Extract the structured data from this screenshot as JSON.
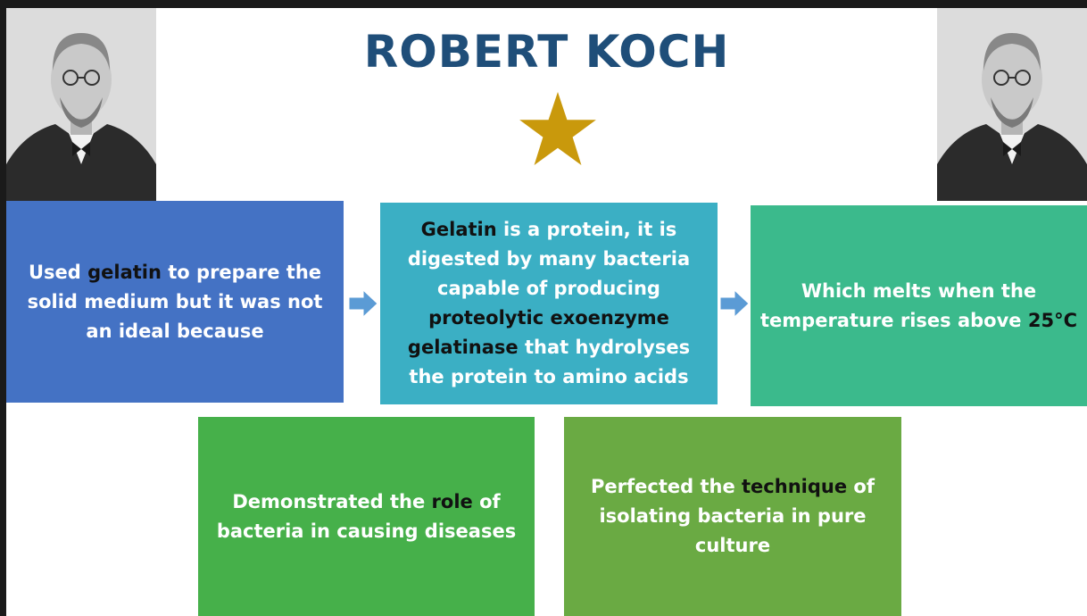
{
  "slide": {
    "title": "ROBERT KOCH",
    "colors": {
      "title": "#1f4e79",
      "star": "#c9990c",
      "box_blue": "#4472c4",
      "box_teal": "#3bafc4",
      "box_sea_green": "#3bba8c",
      "box_green": "#46b04a",
      "box_olive_green": "#6aaa43",
      "arrow": "#5b9bd5"
    },
    "icons": {
      "star": "star-icon",
      "arrow": "right-arrow-icon",
      "portrait": "robert-koch-portrait"
    },
    "box1": {
      "t1": "Used ",
      "h1": "gelatin",
      "t2": " to prepare the solid medium but it was not an ideal because"
    },
    "box2": {
      "h1": "Gelatin",
      "t1": " is a protein, it is digested by many bacteria capable of producing ",
      "h2": "proteolytic exoenzyme gelatinase",
      "t2": " that hydrolyses the protein to amino acids"
    },
    "box3": {
      "t1": "Which melts when  the temperature rises above ",
      "h1": "25°C"
    },
    "box4": {
      "t1": "Demonstrated the ",
      "h1": "role",
      "t2": " of bacteria in causing diseases"
    },
    "box5": {
      "t1": "Perfected the ",
      "h1": "technique",
      "t2": " of isolating bacteria in pure culture"
    }
  }
}
